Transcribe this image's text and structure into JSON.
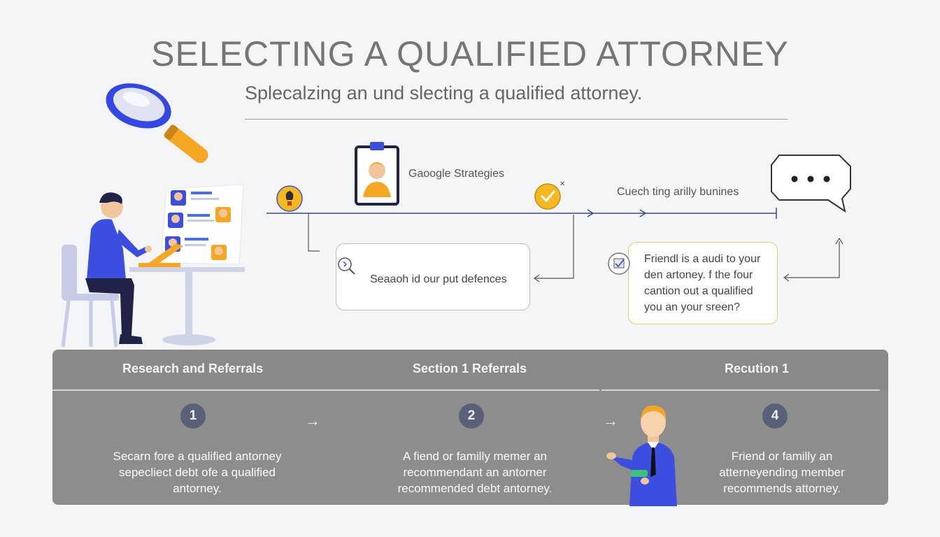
{
  "header": {
    "title": "SELECTING A QUALIFIED ATTORNEY",
    "subtitle": "Splecalzing an und slecting a qualified attorney."
  },
  "flow": {
    "google_label": "Gaoogle Strategies",
    "coaching_label": "Cuech ting arilly bunines",
    "search_box_text": "Seaaoh id our put defences",
    "friend_box_lines": [
      "Friendl is a audi to your",
      "den artoney. f the four",
      "cantion out a qualified",
      "you an your sreen?"
    ]
  },
  "panel": {
    "columns": [
      {
        "heading": "Research and Referrals",
        "step": "1",
        "lines": [
          "Secarn fore a qualified antorney",
          "sepecliect debt ofe a qualified",
          "antorney."
        ]
      },
      {
        "heading": "Section 1 Referrals",
        "step": "2",
        "lines": [
          "A fiend or familly memer an",
          "recommendant an antorner",
          "recommended debt antorney."
        ]
      },
      {
        "heading": "Recution 1",
        "step": "4",
        "lines": [
          "Friend or familly an",
          "atterneyending member",
          "recommends attorney."
        ]
      }
    ],
    "arrow_glyph": "→"
  },
  "colors": {
    "accent_blue": "#3b4ee0",
    "accent_gold": "#f2b01e",
    "panel_gray": "#8d8d8d",
    "step_circle": "#5a6078"
  }
}
